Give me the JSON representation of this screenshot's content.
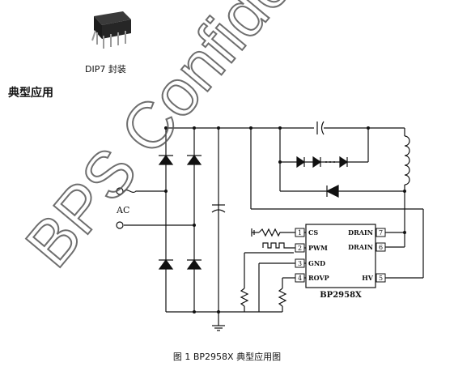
{
  "package": {
    "caption": "DIP7 封装"
  },
  "section": {
    "title": "典型应用"
  },
  "circuit": {
    "ac_label": "AC",
    "chip": {
      "name": "BP2958X",
      "left_pins": [
        {
          "num": "1",
          "name": "CS"
        },
        {
          "num": "2",
          "name": "PWM"
        },
        {
          "num": "3",
          "name": "GND"
        },
        {
          "num": "4",
          "name": "ROVP"
        }
      ],
      "right_pins": [
        {
          "num": "7",
          "name": "DRAIN"
        },
        {
          "num": "6",
          "name": "DRAIN"
        },
        {
          "num": "5",
          "name": "HV"
        }
      ]
    }
  },
  "watermark": {
    "text": "BPS Confidential"
  },
  "figure": {
    "caption": "图 1 BP2958X 典型应用图"
  }
}
